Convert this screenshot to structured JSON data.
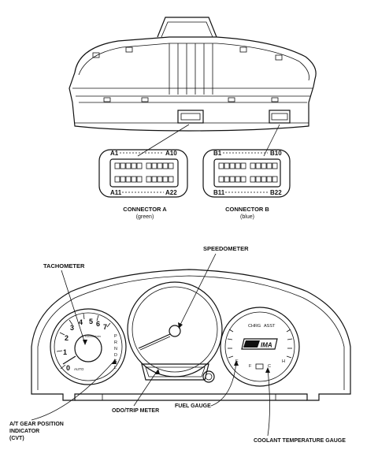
{
  "connector_a": {
    "pin_top_left": "A1",
    "pin_top_right": "A10",
    "pin_bottom_left": "A11",
    "pin_bottom_right": "A22",
    "name": "CONNECTOR A",
    "color": "(green)"
  },
  "connector_b": {
    "pin_top_left": "B1",
    "pin_top_right": "B10",
    "pin_bottom_left": "B11",
    "pin_bottom_right": "B22",
    "name": "CONNECTOR B",
    "color": "(blue)"
  },
  "callouts": {
    "tachometer": "TACHOMETER",
    "speedometer": "SPEEDOMETER",
    "at_gear_line1": "A/T GEAR POSITION",
    "at_gear_line2": "INDICATOR",
    "at_gear_line3": "(CVT)",
    "odo_trip": "ODO/TRIP METER",
    "fuel_gauge": "FUEL GAUGE",
    "coolant_gauge": "COOLANT TEMPERATURE GAUGE"
  },
  "tach_dial": {
    "numbers": [
      "0",
      "1",
      "2",
      "3",
      "4",
      "5",
      "6",
      "7"
    ],
    "unit": "x1000r/min",
    "auto_label": "AUTO",
    "gears": [
      "P",
      "R",
      "N",
      "D",
      "S",
      "L"
    ]
  },
  "right_dial": {
    "chrg": "CHRG",
    "asst": "ASST",
    "badge": "IMA",
    "e": "E",
    "f": "F",
    "c": "C",
    "h": "H"
  }
}
